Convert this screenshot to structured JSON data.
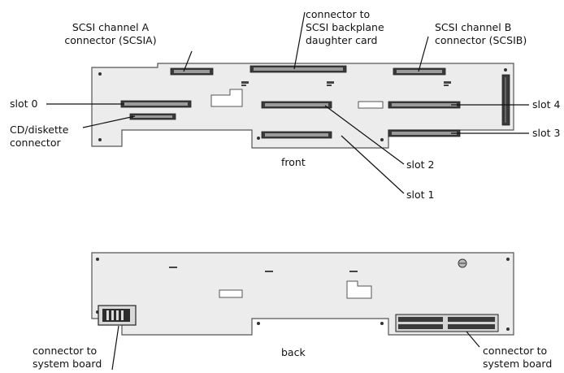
{
  "labels": {
    "scsi_a": "SCSI channel A\nconnector (SCSIA)",
    "backplane": "connector to\nSCSI backplane\ndaughter card",
    "scsi_b": "SCSI channel B\nconnector (SCSIB)",
    "slot0": "slot 0",
    "cd_diskette": "CD/diskette\nconnector",
    "slot4": "slot 4",
    "slot3": "slot 3",
    "front": "front",
    "slot2": "slot 2",
    "slot1": "slot 1",
    "back": "back",
    "sys_left": "connector to\nsystem board",
    "sys_right": "connector to\nsystem board"
  }
}
